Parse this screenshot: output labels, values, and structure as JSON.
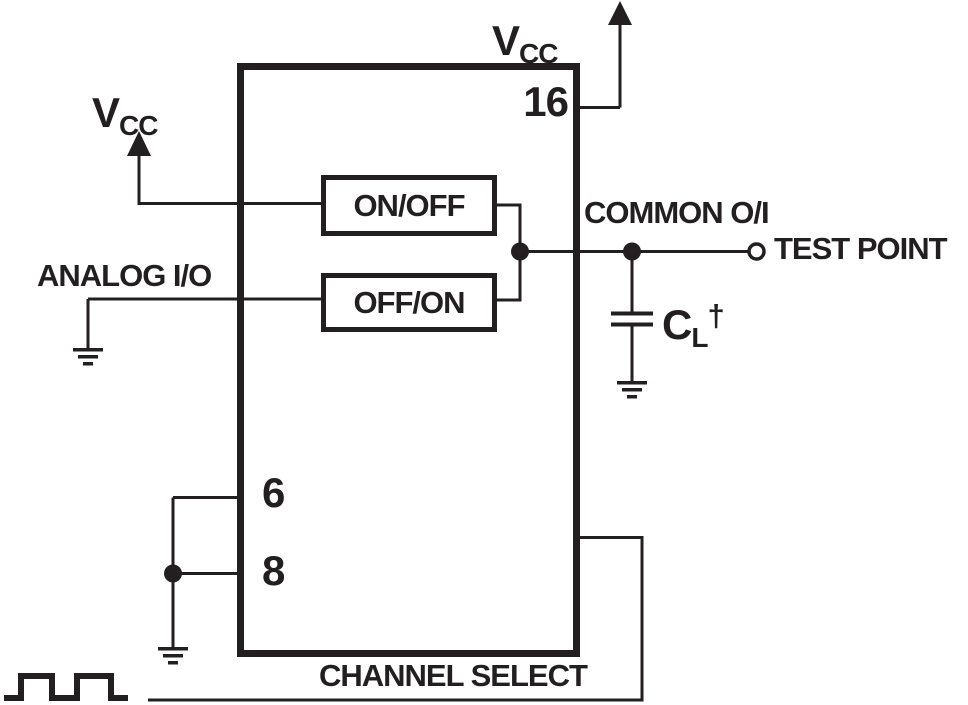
{
  "figure": {
    "background": "#ffffff",
    "line_color": "#231f20",
    "ic": {
      "pin_16": "16",
      "pin_6": "6",
      "pin_8": "8",
      "switch_top_label": "ON/OFF",
      "switch_bottom_label": "OFF/ON"
    },
    "labels": {
      "vcc_left": {
        "main": "V",
        "sub": "CC"
      },
      "vcc_top": {
        "main": "V",
        "sub": "CC"
      },
      "analog_io": "ANALOG I/O",
      "common_oi": "COMMON O/I",
      "test_point": "TEST POINT",
      "load_capacitor": {
        "main": "C",
        "sub": "L",
        "dagger": "†"
      },
      "channel_select": "CHANNEL SELECT"
    }
  }
}
